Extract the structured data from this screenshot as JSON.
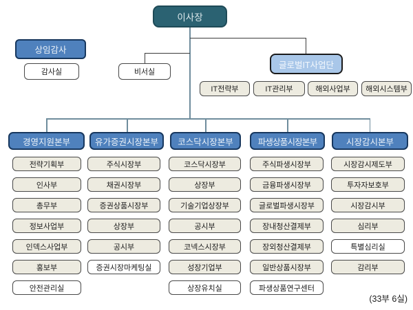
{
  "chairman": {
    "label": "이사장"
  },
  "auditor": {
    "label": "상임감사"
  },
  "audit_office": {
    "label": "감사실"
  },
  "secretary_office": {
    "label": "비서실"
  },
  "it_unit": {
    "label": "글로벌IT사업단",
    "departments": [
      {
        "label": "IT전략부"
      },
      {
        "label": "IT관리부"
      },
      {
        "label": "해외사업부"
      },
      {
        "label": "해외시스템부"
      }
    ]
  },
  "divisions": [
    {
      "label": "경영지원본부",
      "departments": [
        {
          "label": "전략기획부",
          "kind": "dept"
        },
        {
          "label": "인사부",
          "kind": "dept"
        },
        {
          "label": "총무부",
          "kind": "dept"
        },
        {
          "label": "정보사업부",
          "kind": "dept"
        },
        {
          "label": "인덱스사업부",
          "kind": "dept"
        },
        {
          "label": "홍보부",
          "kind": "dept"
        },
        {
          "label": "안전관리실",
          "kind": "office"
        }
      ]
    },
    {
      "label": "유가증권시장본부",
      "departments": [
        {
          "label": "주식시장부",
          "kind": "dept"
        },
        {
          "label": "채권시장부",
          "kind": "dept"
        },
        {
          "label": "증권상품시장부",
          "kind": "dept"
        },
        {
          "label": "상장부",
          "kind": "dept"
        },
        {
          "label": "공시부",
          "kind": "dept"
        },
        {
          "label": "증권시장마케팅실",
          "kind": "office"
        }
      ]
    },
    {
      "label": "코스닥시장본부",
      "departments": [
        {
          "label": "코스닥시장부",
          "kind": "dept"
        },
        {
          "label": "상장부",
          "kind": "dept"
        },
        {
          "label": "기술기업상장부",
          "kind": "dept"
        },
        {
          "label": "공시부",
          "kind": "dept"
        },
        {
          "label": "코넥스시장부",
          "kind": "dept"
        },
        {
          "label": "성장기업부",
          "kind": "dept"
        },
        {
          "label": "상장유치실",
          "kind": "office"
        }
      ]
    },
    {
      "label": "파생상품시장본부",
      "departments": [
        {
          "label": "주식파생시장부",
          "kind": "dept"
        },
        {
          "label": "금융파생시장부",
          "kind": "dept"
        },
        {
          "label": "글로벌파생시장부",
          "kind": "dept"
        },
        {
          "label": "장내청산결제부",
          "kind": "dept"
        },
        {
          "label": "장외청산결제부",
          "kind": "dept"
        },
        {
          "label": "일반상품시장부",
          "kind": "dept"
        },
        {
          "label": "파생상품연구센터",
          "kind": "office"
        }
      ]
    },
    {
      "label": "시장감시본부",
      "departments": [
        {
          "label": "시장감시제도부",
          "kind": "dept"
        },
        {
          "label": "투자자보호부",
          "kind": "dept"
        },
        {
          "label": "시장감시부",
          "kind": "dept"
        },
        {
          "label": "심리부",
          "kind": "dept"
        },
        {
          "label": "특별심리실",
          "kind": "office"
        },
        {
          "label": "감리부",
          "kind": "dept"
        }
      ]
    }
  ],
  "footer_note": "(33부 6실)",
  "colors": {
    "chairman_fill": "#2B6272",
    "division_fill": "#4F81BD",
    "division_border": "#17375E",
    "it_unit_fill": "#A9C7E9",
    "department_fill": "#EDEBE0",
    "office_fill": "#FFFFFF",
    "connector_main": "#6E8C9C",
    "connector_branch": "#3A3A3A"
  }
}
